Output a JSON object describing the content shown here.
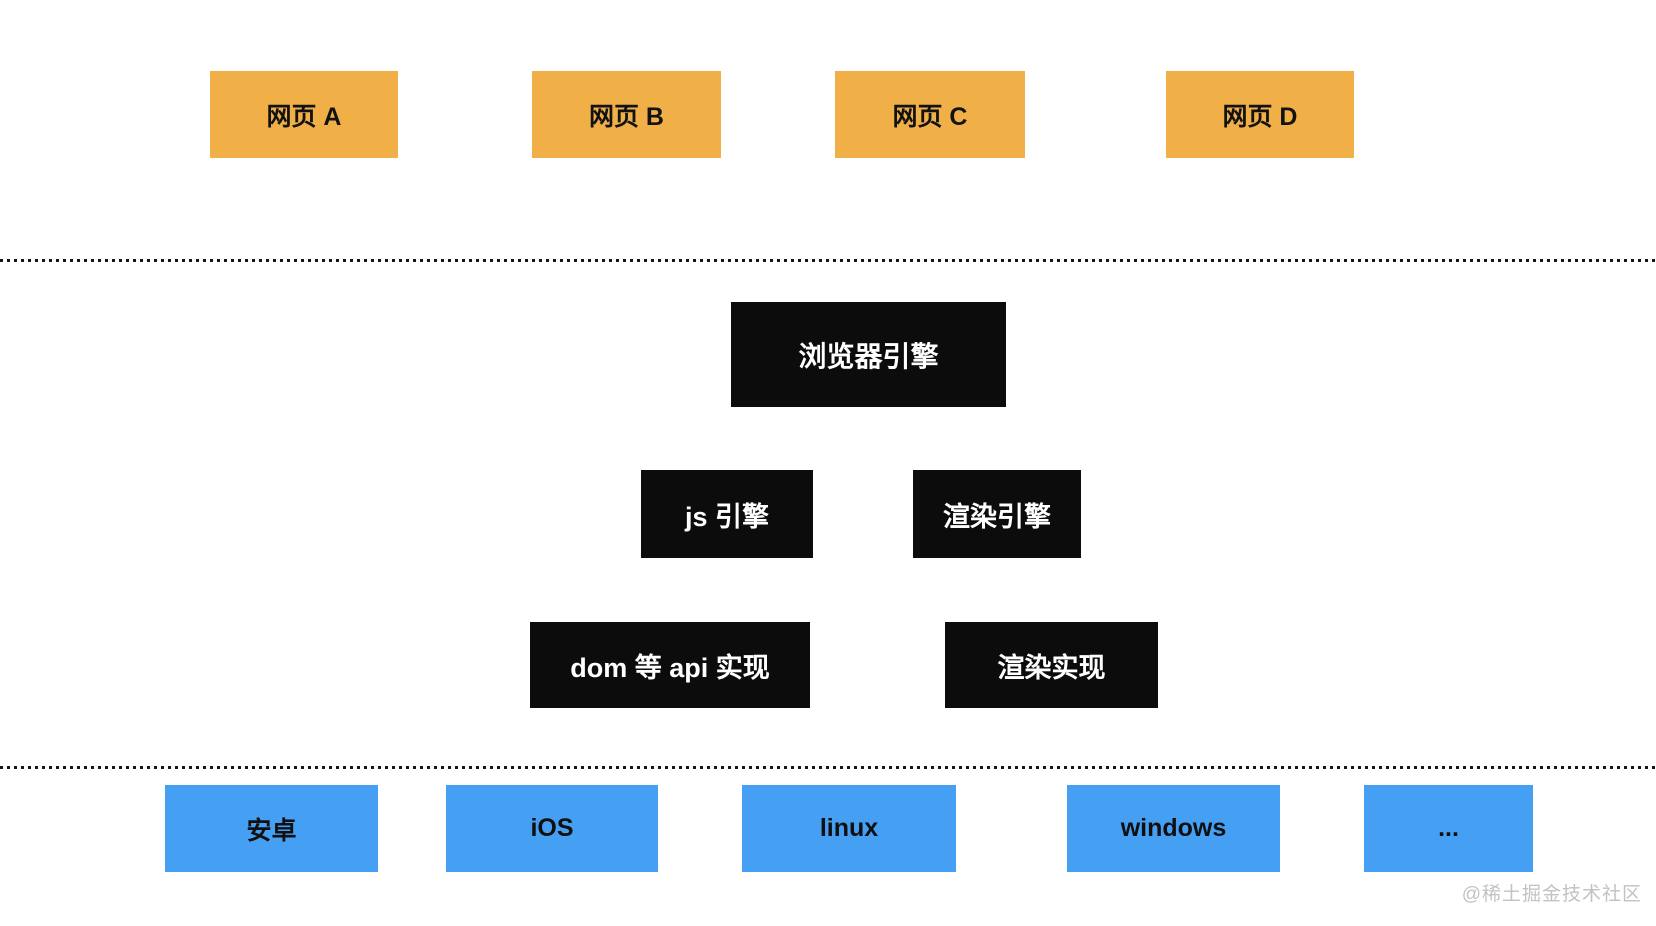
{
  "diagram": {
    "title": "browser-architecture",
    "top_row": [
      {
        "label": "网页 A"
      },
      {
        "label": "网页 B"
      },
      {
        "label": "网页 C"
      },
      {
        "label": "网页 D"
      }
    ],
    "browser_engine": {
      "label": "浏览器引擎"
    },
    "engine_row": [
      {
        "label": "js 引擎"
      },
      {
        "label": "渲染引擎"
      }
    ],
    "impl_row": [
      {
        "label": "dom 等 api 实现"
      },
      {
        "label": "渲染实现"
      }
    ],
    "bottom_row": [
      {
        "label": "安卓"
      },
      {
        "label": "iOS"
      },
      {
        "label": "linux"
      },
      {
        "label": "windows"
      },
      {
        "label": "..."
      }
    ],
    "watermark": "@稀土掘金技术社区",
    "colors": {
      "web_page_box": "#F0B047",
      "engine_box": "#0C0C0C",
      "platform_box": "#459FF3",
      "dotted_line": "#151515",
      "watermark_text": "#C2C2C6",
      "background": "#FFFFFF"
    }
  }
}
